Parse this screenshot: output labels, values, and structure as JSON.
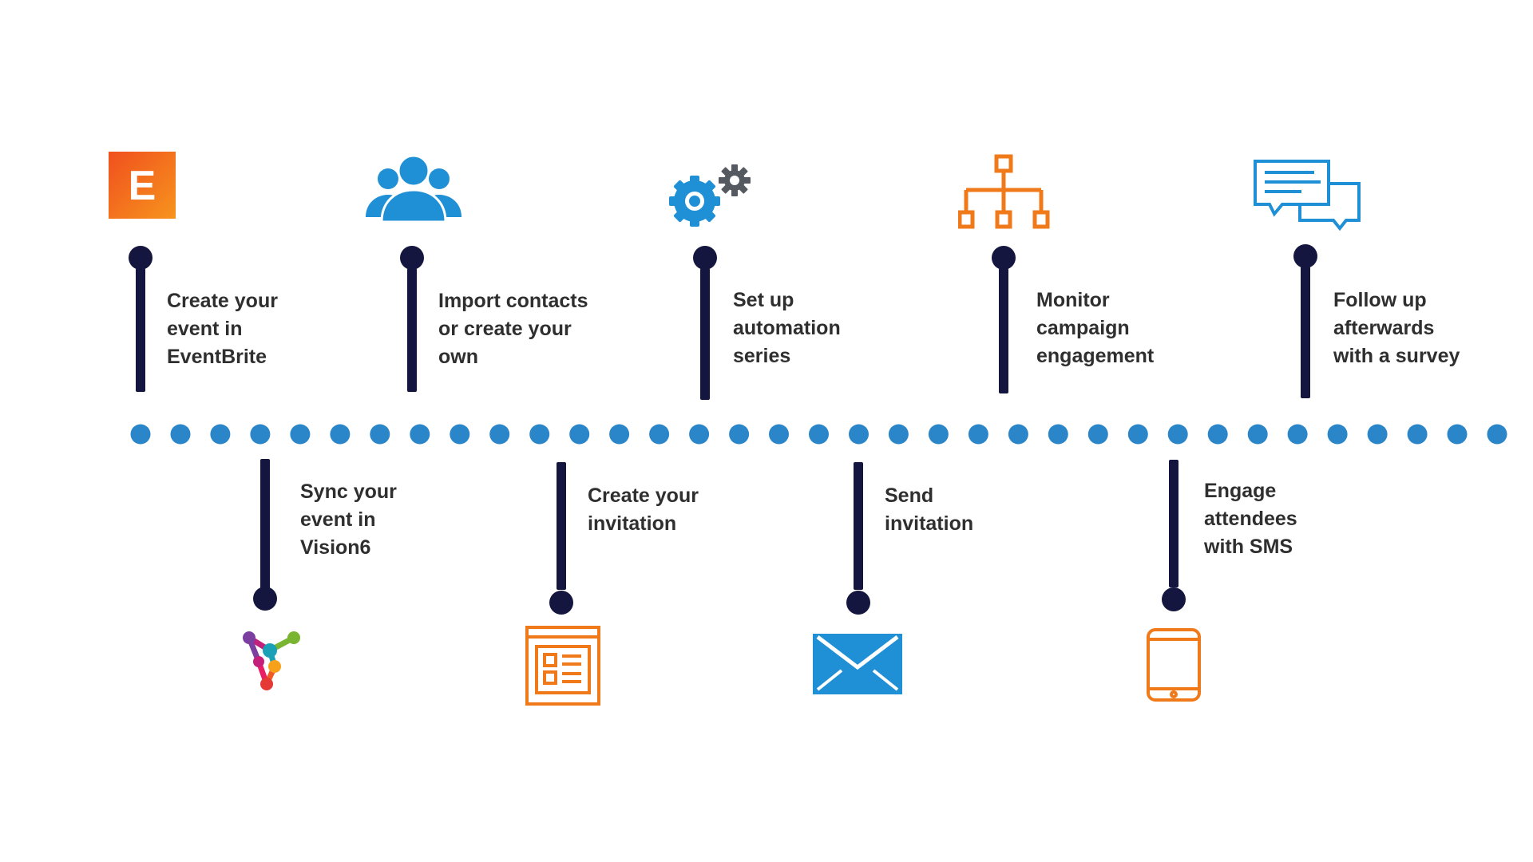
{
  "colors": {
    "dot": "#2a86c8",
    "stem": "#14163f",
    "blue": "#1f8fd6",
    "orange": "#f07a1a",
    "gray": "#555a60"
  },
  "timeline": {
    "dot_count": 35
  },
  "steps_top": [
    {
      "id": "create-event",
      "label": "Create your\nevent in\nEventBrite",
      "icon": "eventbrite-logo-icon",
      "logo_letter": "E"
    },
    {
      "id": "import-contacts",
      "label": "Import contacts\nor create your\nown",
      "icon": "people-group-icon"
    },
    {
      "id": "automation",
      "label": "Set up\nautomation\nseries",
      "icon": "gears-icon"
    },
    {
      "id": "monitor",
      "label": "Monitor\ncampaign\nengagement",
      "icon": "org-chart-icon"
    },
    {
      "id": "follow-up",
      "label": "Follow up\nafterwards\nwith a survey",
      "icon": "chat-bubbles-icon"
    }
  ],
  "steps_bottom": [
    {
      "id": "sync-event",
      "label": "Sync your\nevent in\nVision6",
      "icon": "vision6-logo-icon"
    },
    {
      "id": "create-invitation",
      "label": "Create your\ninvitation",
      "icon": "newsletter-layout-icon"
    },
    {
      "id": "send-invitation",
      "label": "Send\ninvitation",
      "icon": "envelope-icon"
    },
    {
      "id": "engage-sms",
      "label": "Engage\nattendees\nwith SMS",
      "icon": "tablet-icon"
    }
  ]
}
